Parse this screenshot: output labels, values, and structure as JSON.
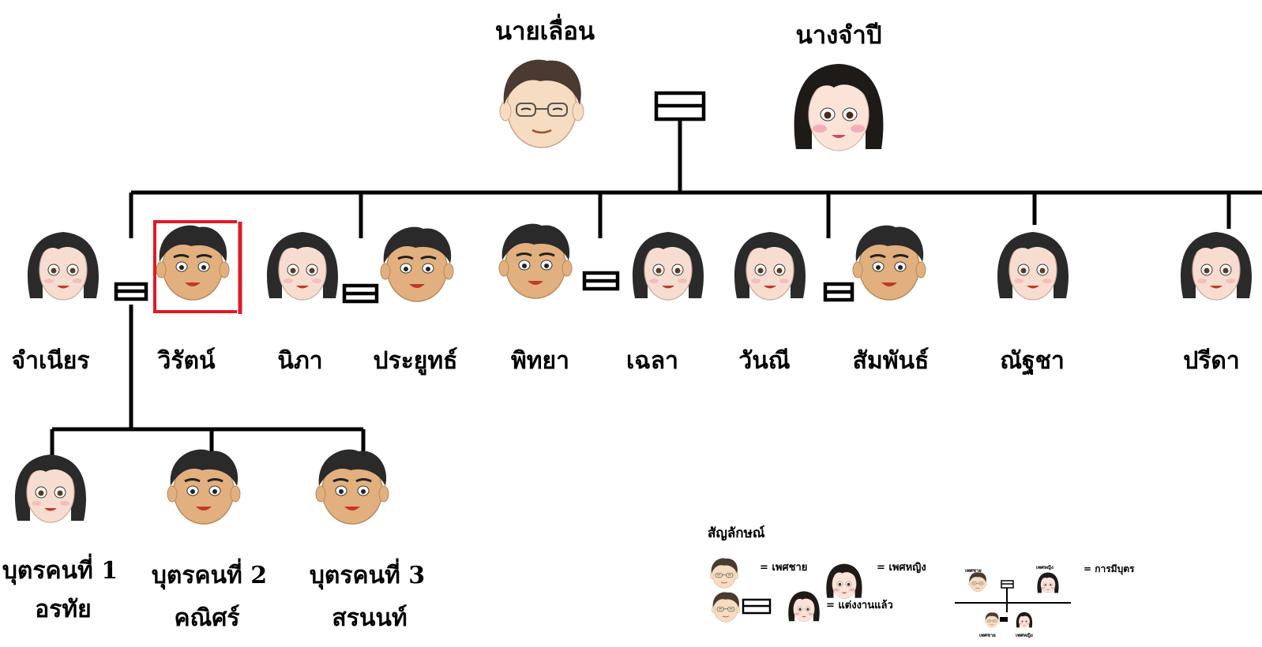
{
  "grandparents": {
    "father": "นายเลื่อน",
    "mother": "นางจำปี"
  },
  "children": [
    {
      "name": "จำเนียร",
      "sex": "female"
    },
    {
      "name": "วิรัตน์",
      "sex": "male",
      "highlighted": true
    },
    {
      "name": "นิภา",
      "sex": "female"
    },
    {
      "name": "ประยูทธ์",
      "sex": "male"
    },
    {
      "name": "พิทยา",
      "sex": "male"
    },
    {
      "name": "เฉลา",
      "sex": "female"
    },
    {
      "name": "วันณี",
      "sex": "female"
    },
    {
      "name": "สัมพันธ์",
      "sex": "male"
    },
    {
      "name": "ณัฐชา",
      "sex": "female"
    },
    {
      "name": "ปรีดา",
      "sex": "female"
    }
  ],
  "grandchildren": [
    {
      "order": "บุตรคนที่ 1",
      "name": "อรทัย",
      "sex": "female"
    },
    {
      "order": "บุตรคนที่ 2",
      "name": "คณิศร์",
      "sex": "male"
    },
    {
      "order": "บุตรคนที่  3",
      "name": "สรนนท์",
      "sex": "male"
    }
  ],
  "legend": {
    "title": "สัญลักษณ์",
    "male": "= เพศชาย",
    "female": "= เพศหญิง",
    "married": "= แต่งงานแล้ว",
    "has_children": "= การมีบุตร",
    "mini_male": "เพศชาย",
    "mini_female": "เพศหญิง"
  },
  "colors": {
    "line": "#000000",
    "highlight": "#e01b24",
    "skin": "#e2b07e",
    "elder_skin": "#f6dcc0",
    "hair": "#2a2a2a",
    "female_face": "#f7ddd0"
  }
}
